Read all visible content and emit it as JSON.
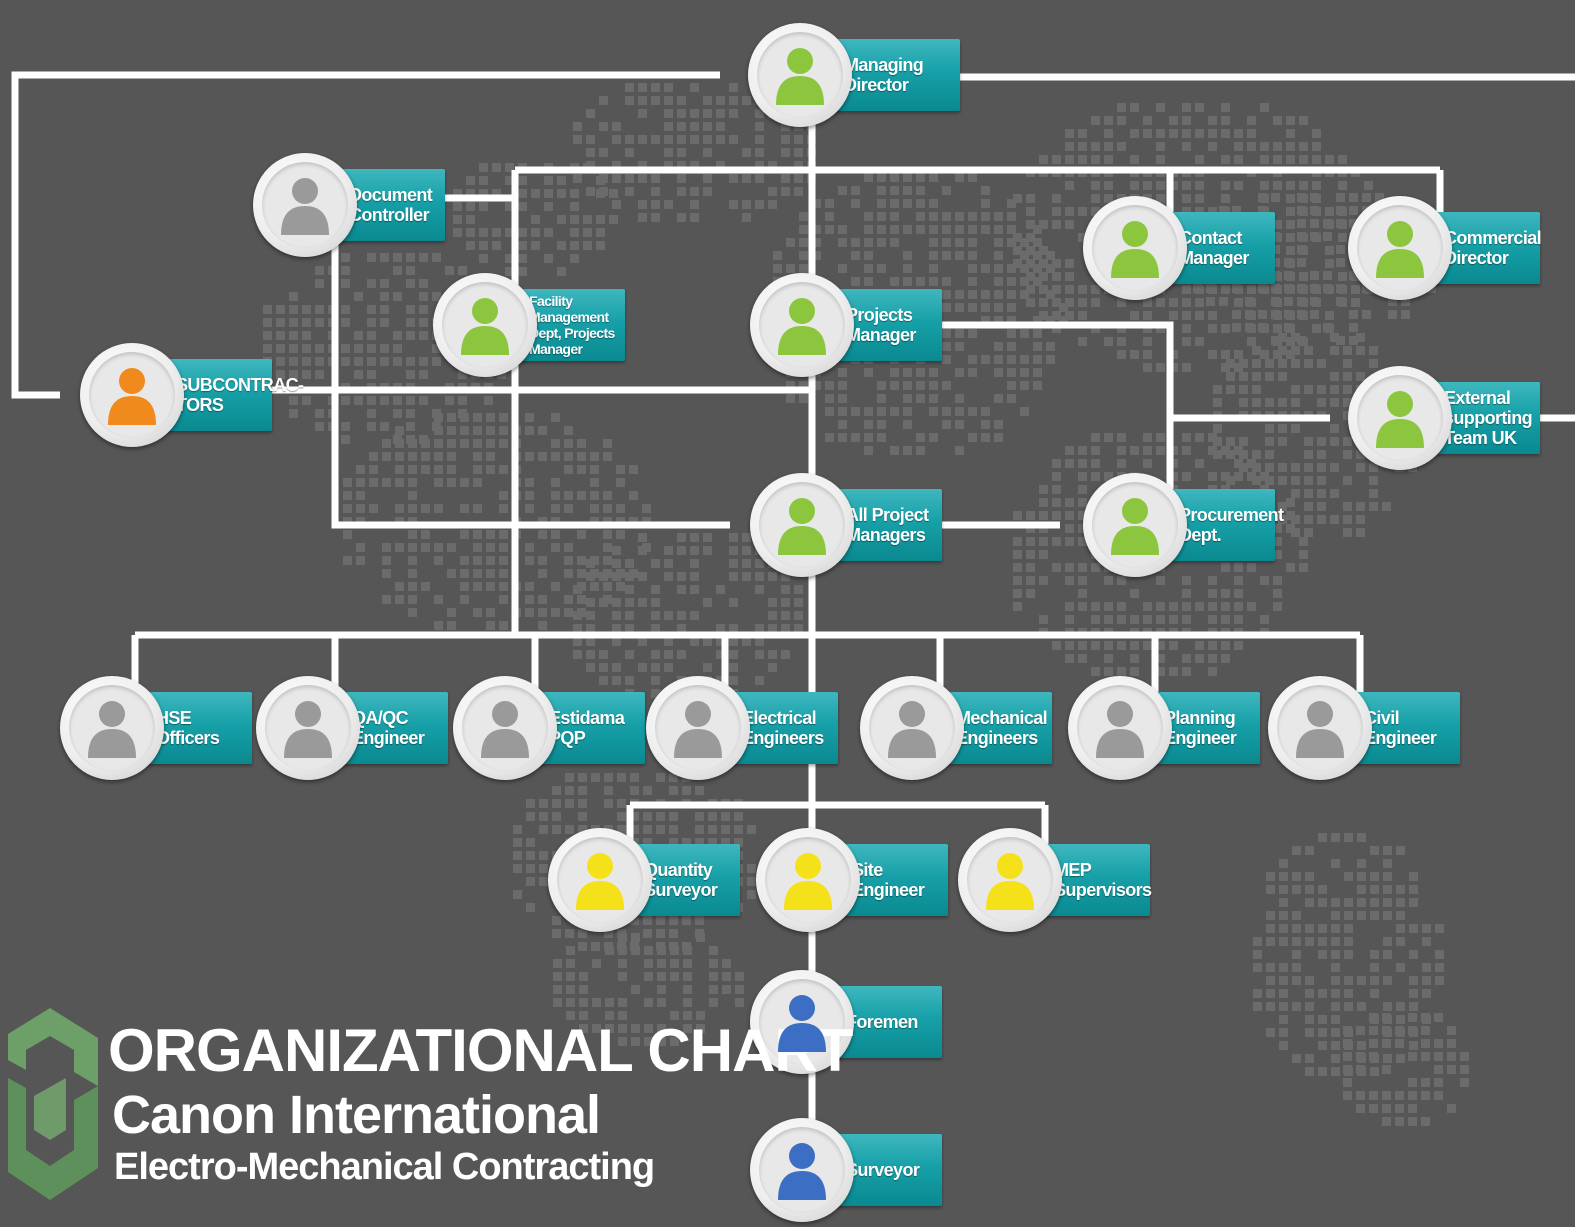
{
  "title": {
    "line1": "ORGANIZATIONAL CHART",
    "line2": "Canon International",
    "line3": "Electro-Mechanical Contracting"
  },
  "colors": {
    "background": "#565656",
    "box": "#17a0a8",
    "connector": "#ffffff",
    "green": "#8cc63f",
    "orange": "#f08a1c",
    "gray": "#9a9a9a",
    "yellow": "#f5e11a",
    "blue": "#3c6fc4",
    "logo": "#6fa86a"
  },
  "nodes": [
    {
      "id": "managing-director",
      "label": "Managing Director",
      "icon": "person-green-icon",
      "color": "green"
    },
    {
      "id": "document-controller",
      "label": "Document Controller",
      "icon": "person-gray-icon",
      "color": "gray"
    },
    {
      "id": "contact-manager",
      "label": "Contact Manager",
      "icon": "person-green-icon",
      "color": "green"
    },
    {
      "id": "commercial-director",
      "label": "Commercial Director",
      "icon": "person-green-icon",
      "color": "green"
    },
    {
      "id": "facility-management",
      "label": "Facility Management Dept, Projects Manager",
      "icon": "person-green-icon",
      "color": "green"
    },
    {
      "id": "projects-manager",
      "label": "Projects Manager",
      "icon": "person-green-icon",
      "color": "green"
    },
    {
      "id": "subcontractors",
      "label": "SUBCONTRAC-TORS",
      "icon": "person-orange-icon",
      "color": "orange"
    },
    {
      "id": "external-team",
      "label": "External supporting Team UK",
      "icon": "person-green-icon",
      "color": "green"
    },
    {
      "id": "all-project-managers",
      "label": "All Project Managers",
      "icon": "person-green-icon",
      "color": "green"
    },
    {
      "id": "procurement",
      "label": "Procurement Dept.",
      "icon": "person-green-icon",
      "color": "green"
    },
    {
      "id": "hse-officers",
      "label": "HSE Officers",
      "icon": "person-gray-icon",
      "color": "gray"
    },
    {
      "id": "qa-qc-engineer",
      "label": "QA/QC Engineer",
      "icon": "person-gray-icon",
      "color": "gray"
    },
    {
      "id": "estidama-pqp",
      "label": "Estidama PQP",
      "icon": "person-gray-icon",
      "color": "gray"
    },
    {
      "id": "electrical-engineers",
      "label": "Electrical Engineers",
      "icon": "person-gray-icon",
      "color": "gray"
    },
    {
      "id": "mechanical-engineers",
      "label": "Mechanical Engineers",
      "icon": "person-gray-icon",
      "color": "gray"
    },
    {
      "id": "planning-engineer",
      "label": "Planning Engineer",
      "icon": "person-gray-icon",
      "color": "gray"
    },
    {
      "id": "civil-engineer",
      "label": "Civil Engineer",
      "icon": "person-gray-icon",
      "color": "gray"
    },
    {
      "id": "quantity-surveyor",
      "label": "Quantity Surveyor",
      "icon": "person-yellow-icon",
      "color": "yellow"
    },
    {
      "id": "site-engineer",
      "label": "Site Engineer",
      "icon": "person-yellow-icon",
      "color": "yellow"
    },
    {
      "id": "mep-supervisors",
      "label": "MEP Supervisors",
      "icon": "person-yellow-icon",
      "color": "yellow"
    },
    {
      "id": "foremen",
      "label": "Foremen",
      "icon": "person-blue-icon",
      "color": "blue"
    },
    {
      "id": "surveyor",
      "label": "Surveyor",
      "icon": "person-blue-icon",
      "color": "blue"
    }
  ]
}
